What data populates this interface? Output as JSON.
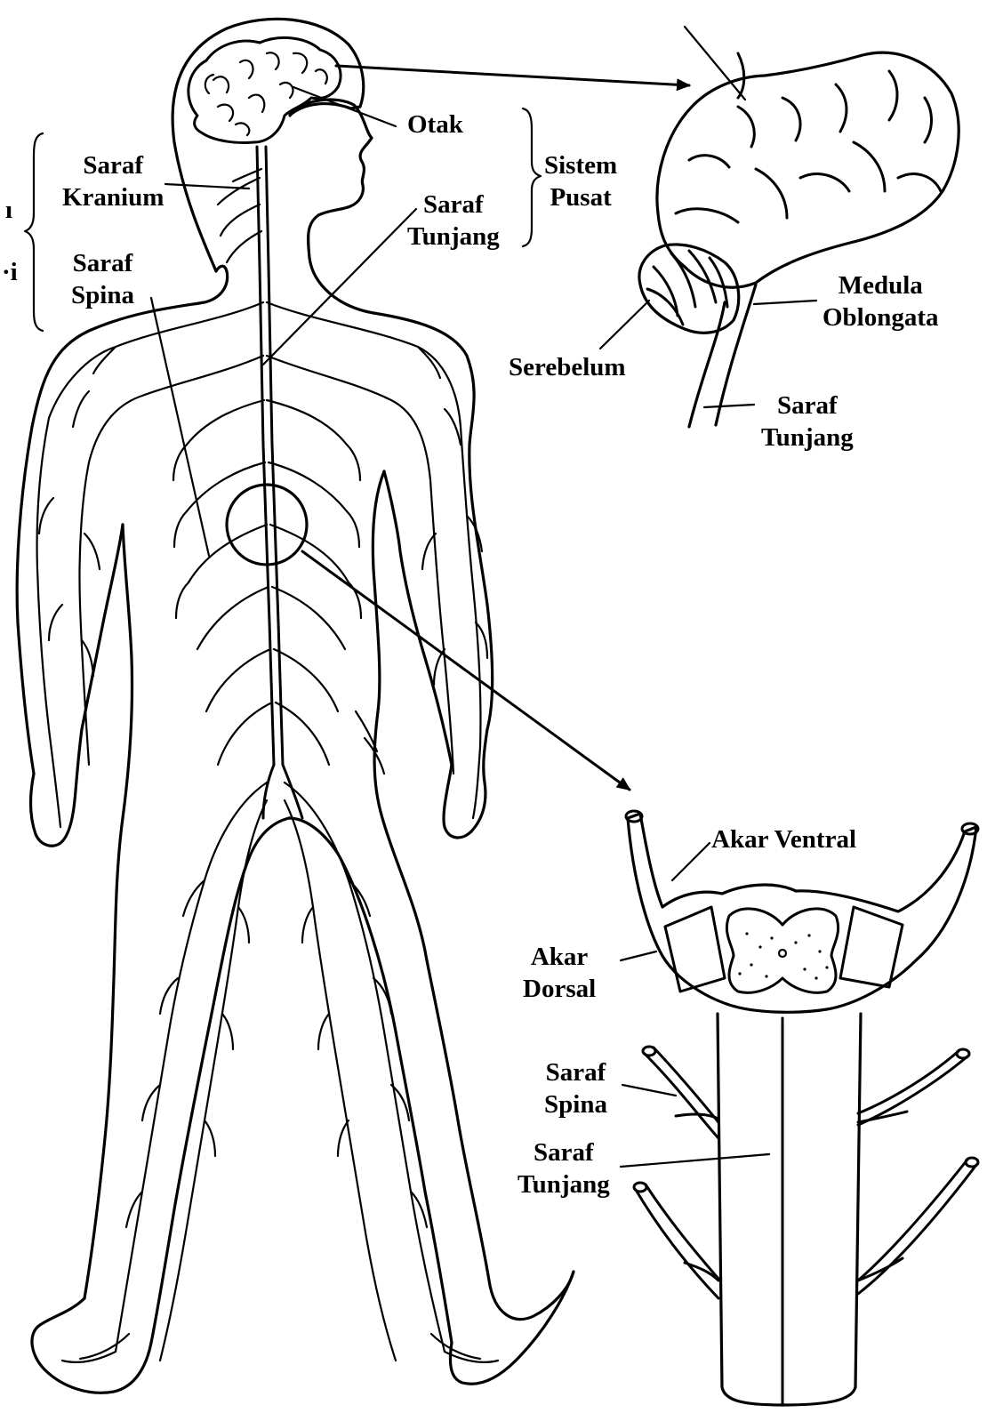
{
  "labels": {
    "otak": "Otak",
    "saraf_kranium": [
      "Saraf",
      "Kranium"
    ],
    "saraf_spina_body": [
      "Saraf",
      "Spina"
    ],
    "sistem_pusat": [
      "Sistem",
      "Pusat"
    ],
    "saraf_tunjang_body": [
      "Saraf",
      "Tunjang"
    ],
    "medula_oblongata": [
      "Medula",
      "Oblongata"
    ],
    "serebelum": "Serebelum",
    "saraf_tunjang_brain": [
      "Saraf",
      "Tunjang"
    ],
    "akar_ventral": "Akar Ventral",
    "akar_dorsal": [
      "Akar",
      "Dorsal"
    ],
    "saraf_spina_cord": [
      "Saraf",
      "Spina"
    ],
    "saraf_tunjang_cord": [
      "Saraf",
      "Tunjang"
    ],
    "left_edge_marks": [
      "ı",
      "·i"
    ]
  }
}
